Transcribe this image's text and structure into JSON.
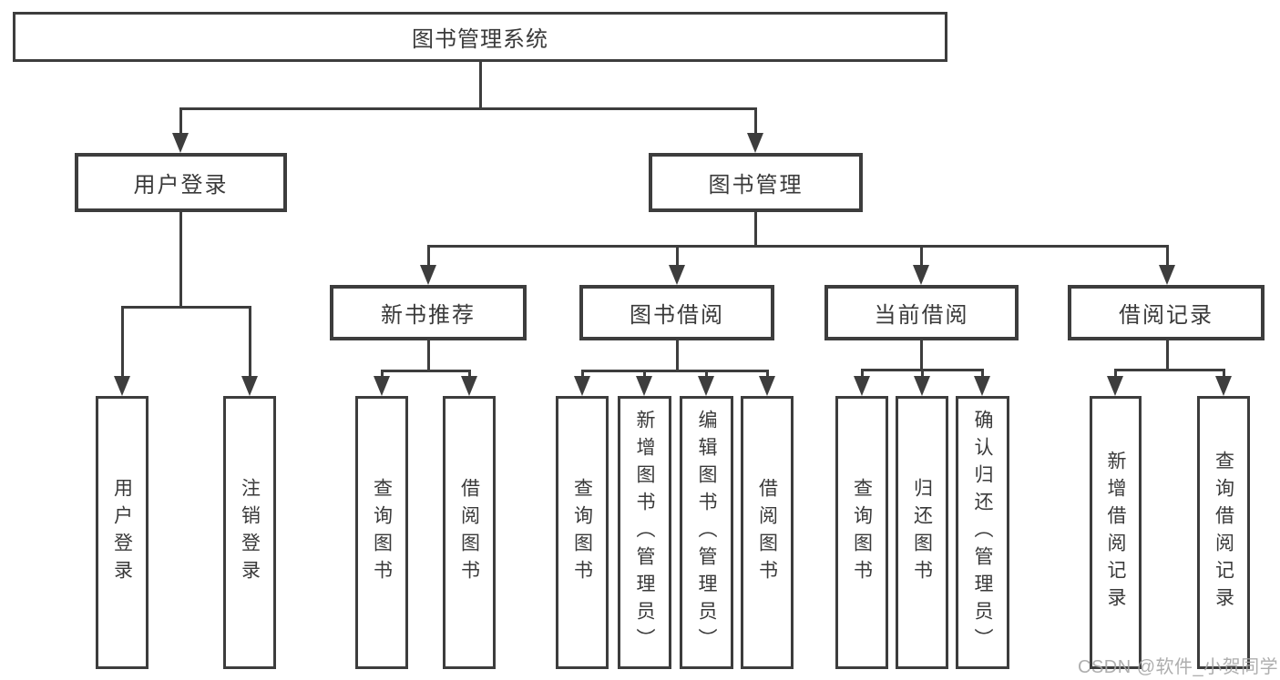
{
  "diagram": {
    "root": "图书管理系统",
    "level2": [
      "用户登录",
      "图书管理"
    ],
    "level3": [
      "新书推荐",
      "图书借阅",
      "当前借阅",
      "借阅记录"
    ],
    "leaves_user": [
      "用户登录",
      "注销登录"
    ],
    "leaves_recommend": [
      "查询图书",
      "借阅图书"
    ],
    "leaves_borrow": [
      "查询图书",
      "新增图书（管理员）",
      "编辑图书（管理员）",
      "借阅图书"
    ],
    "leaves_current": [
      "查询图书",
      "归还图书",
      "确认归还（管理员）"
    ],
    "leaves_records": [
      "新增借阅记录",
      "查询借阅记录"
    ]
  },
  "watermark": "CSDN @软件_小贺同学",
  "colors": {
    "line": "#3d3d3d",
    "text": "#3a3a3a",
    "watermark": "#a6a6a6",
    "background": "#ffffff"
  }
}
